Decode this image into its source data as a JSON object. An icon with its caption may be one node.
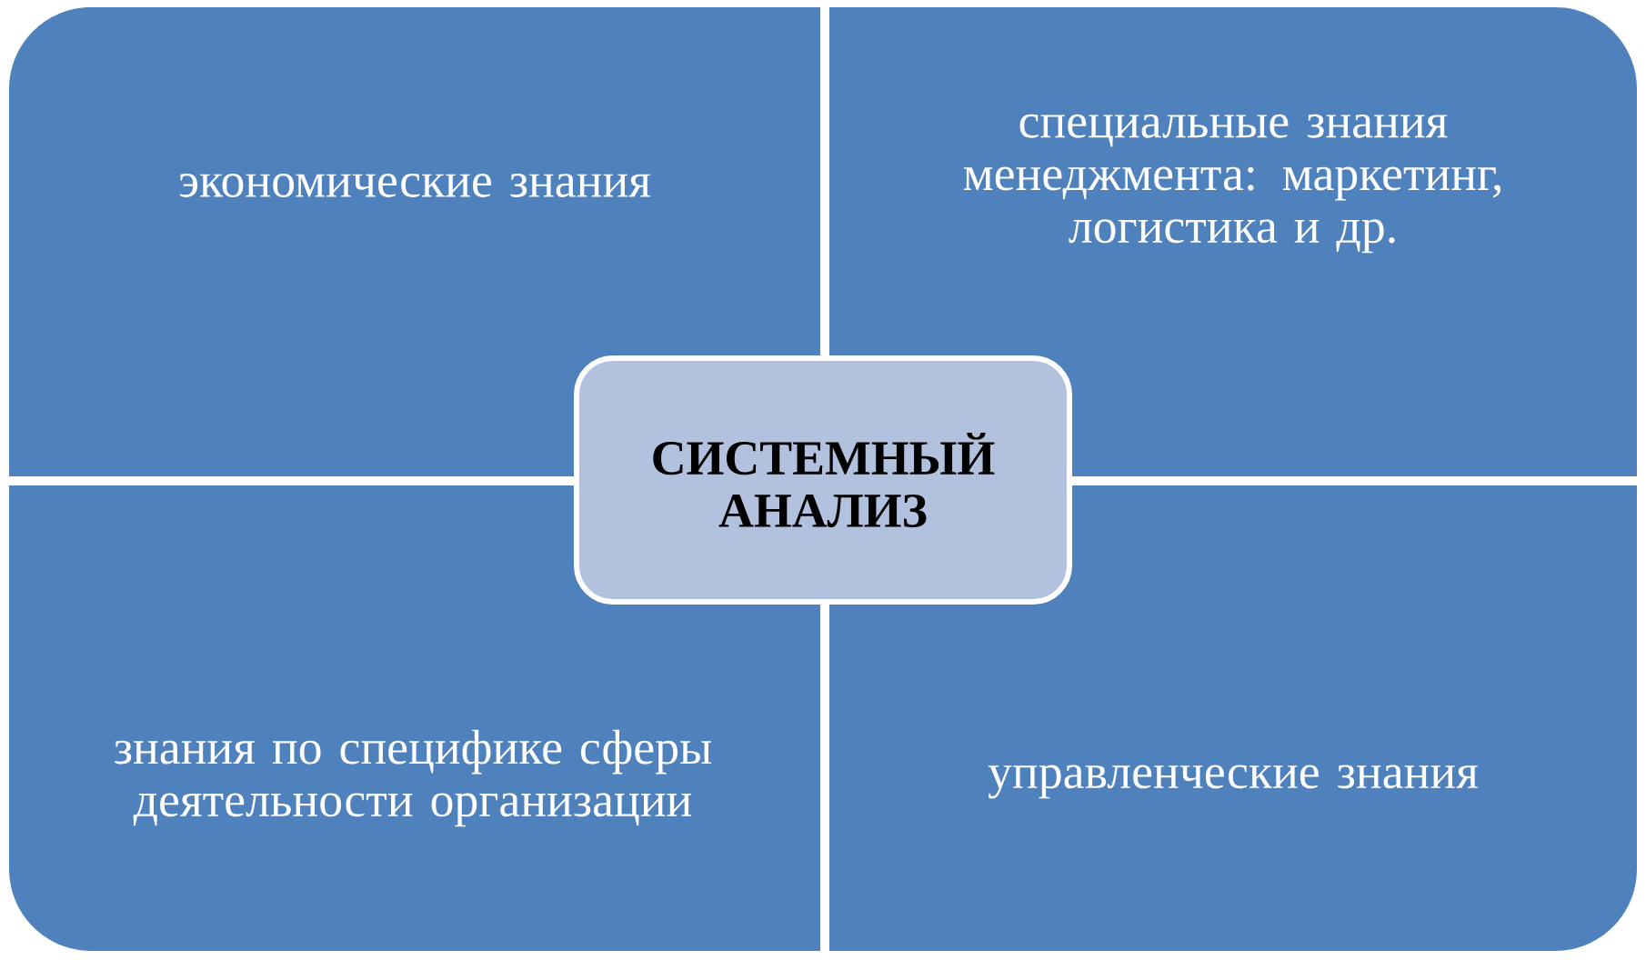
{
  "diagram": {
    "nodes": [
      {
        "text": [
          "экономические знания"
        ]
      },
      {
        "text": [
          "специальные знания менеджмента: маркетинг, логистика и др."
        ]
      },
      {
        "text": [
          "СИСТЕМНЫЙ АНАЛИЗ"
        ]
      },
      {
        "text": [
          "знания по специфике сферы деятельности организации"
        ]
      },
      {
        "text": [
          "управленческие знания"
        ]
      }
    ]
  }
}
